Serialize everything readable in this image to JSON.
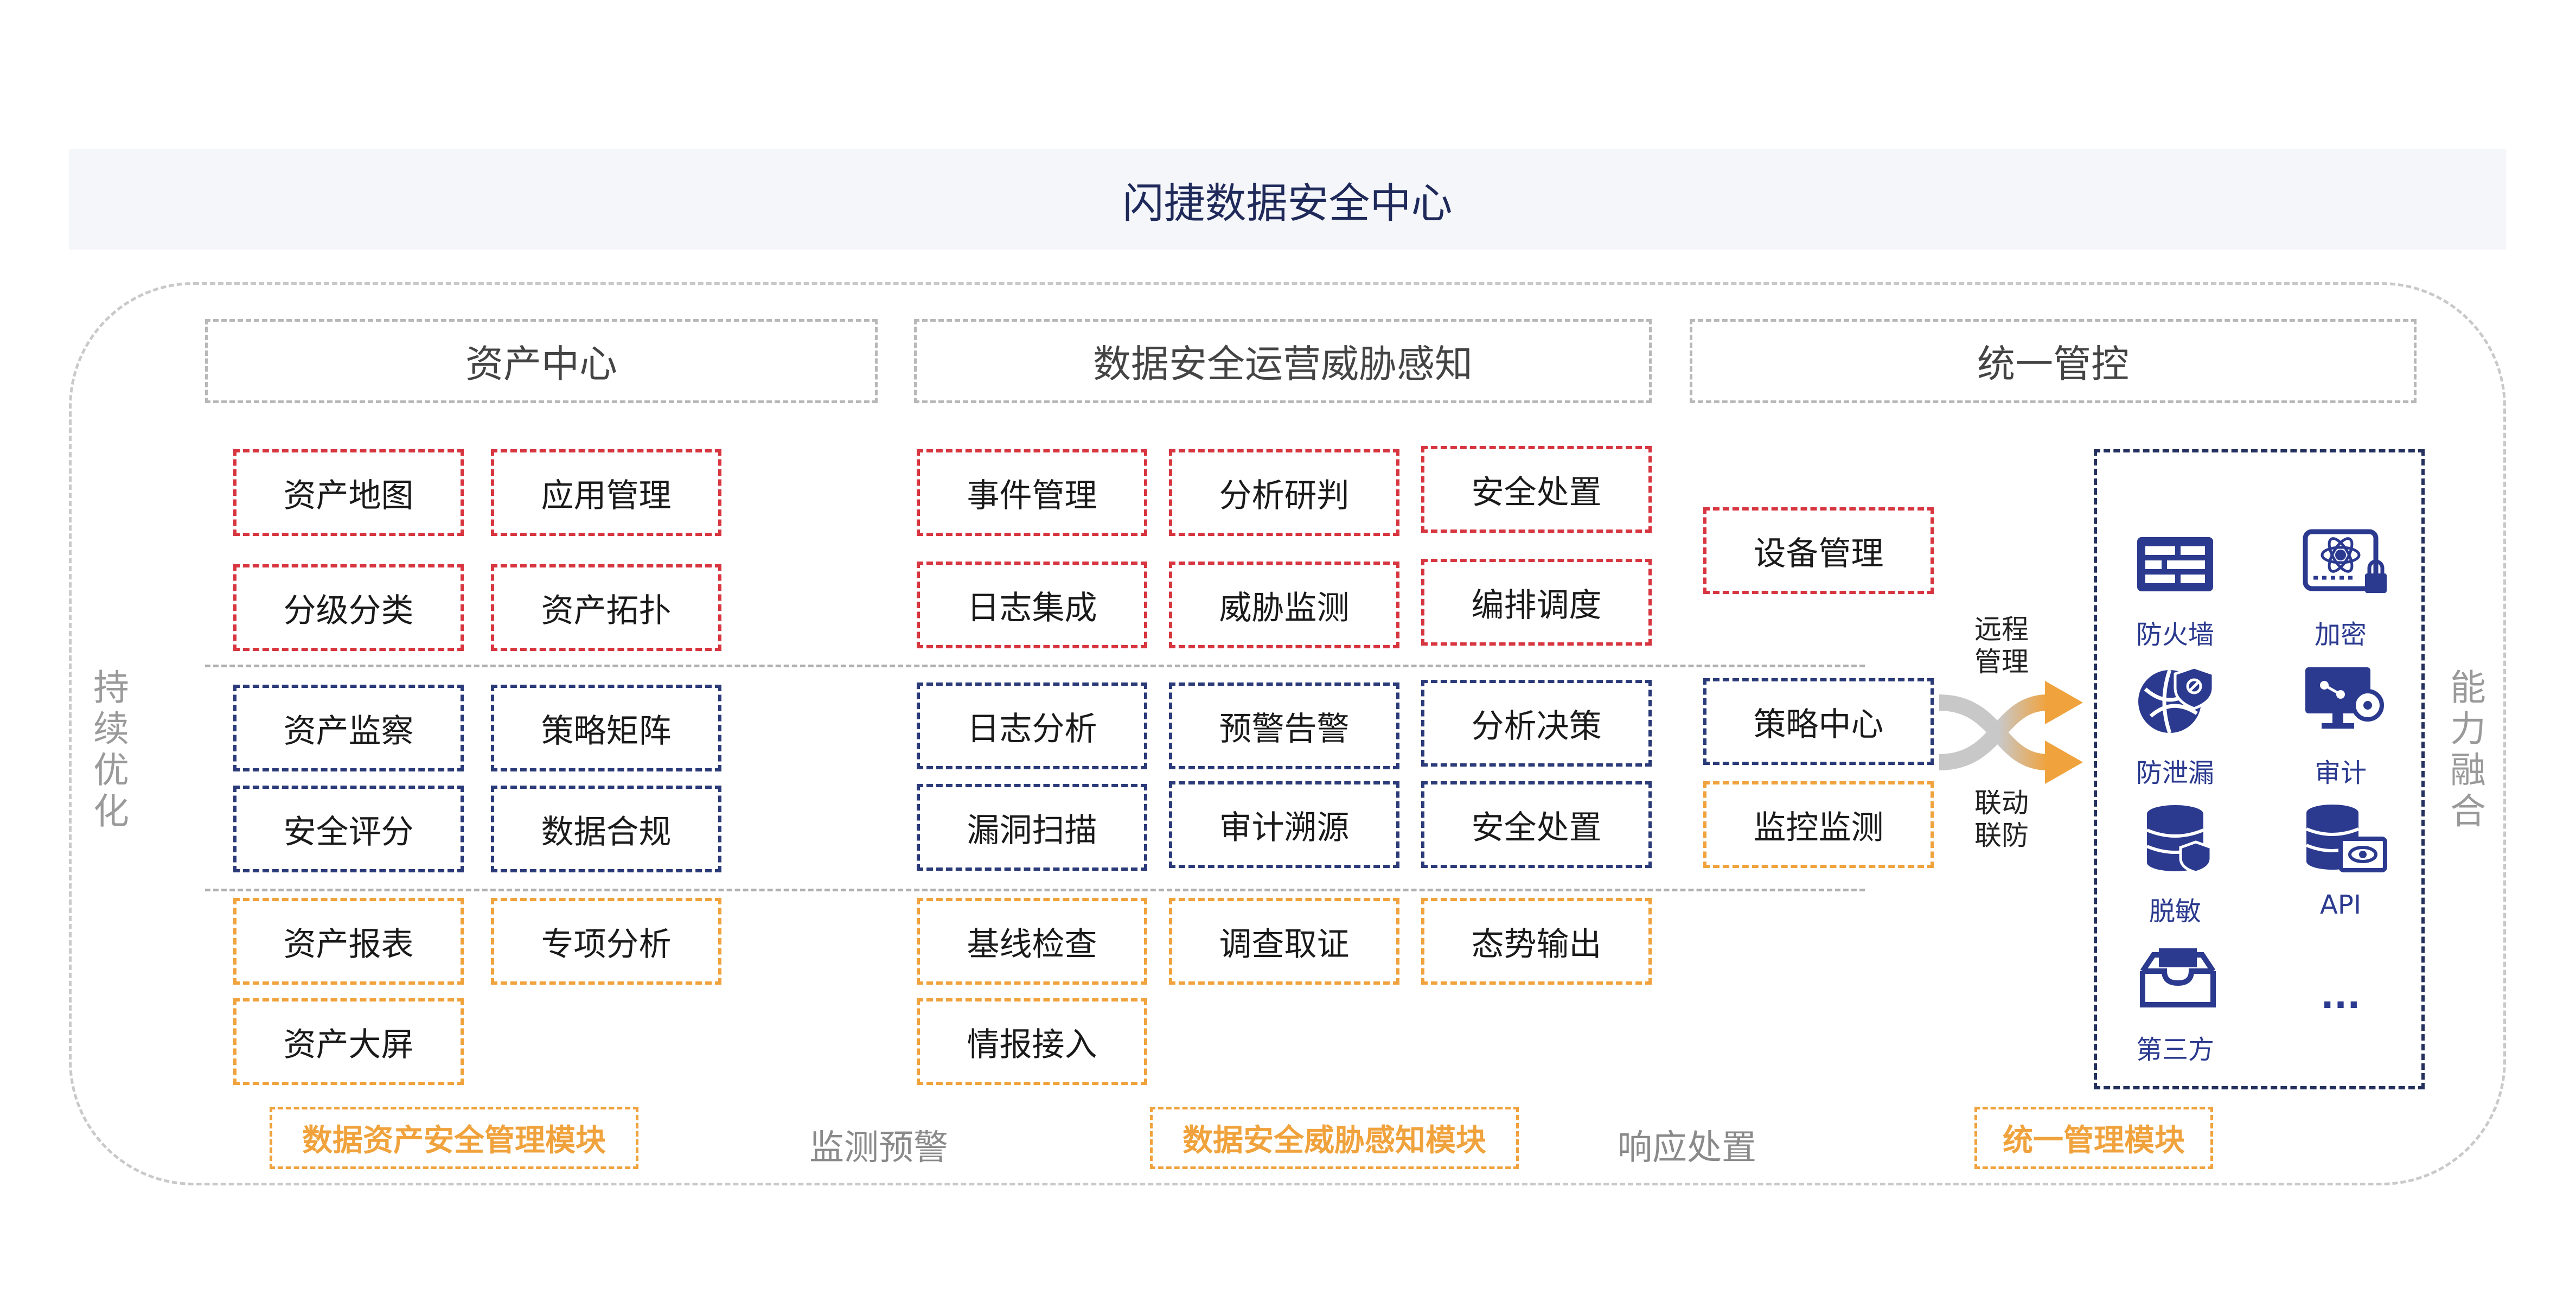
{
  "title": "闪捷数据安全中心",
  "side_left": [
    "持",
    "续",
    "优",
    "化"
  ],
  "side_right": [
    "能",
    "力",
    "融",
    "合"
  ],
  "sections": {
    "asset_center": "资产中心",
    "threat_perception": "数据安全运营威胁感知",
    "unified_control": "统一管控"
  },
  "asset_boxes": {
    "r1": [
      "资产地图",
      "应用管理"
    ],
    "r2": [
      "分级分类",
      "资产拓扑"
    ],
    "r3": [
      "资产监察",
      "策略矩阵"
    ],
    "r4": [
      "安全评分",
      "数据合规"
    ],
    "r5": [
      "资产报表",
      "专项分析"
    ],
    "r6": [
      "资产大屏"
    ]
  },
  "threat_boxes": {
    "r1": [
      "事件管理",
      "分析研判",
      "安全处置"
    ],
    "r2": [
      "日志集成",
      "威胁监测",
      "编排调度"
    ],
    "r3": [
      "日志分析",
      "预警告警",
      "分析决策"
    ],
    "r4": [
      "漏洞扫描",
      "审计溯源",
      "安全处置"
    ],
    "r5": [
      "基线检查",
      "调查取证",
      "态势输出"
    ],
    "r6": [
      "情报接入"
    ]
  },
  "control_boxes": [
    "设备管理",
    "策略中心",
    "监控监测"
  ],
  "link_labels": {
    "remote": [
      "远程",
      "管理"
    ],
    "linkage": [
      "联动",
      "联防"
    ]
  },
  "tools": [
    "防火墙",
    "加密",
    "防泄漏",
    "审计",
    "脱敏",
    "API",
    "第三方",
    "..."
  ],
  "modules": {
    "asset": "数据资产安全管理模块",
    "threat": "数据安全威胁感知模块",
    "unified": "统一管理模块"
  },
  "mid_labels": {
    "monitor": "监测预警",
    "response": "响应处置"
  },
  "colors": {
    "red": "#d7353f",
    "navy": "#2b3a78",
    "orange": "#f0a23c",
    "icon_blue": "#2b3a8f"
  }
}
